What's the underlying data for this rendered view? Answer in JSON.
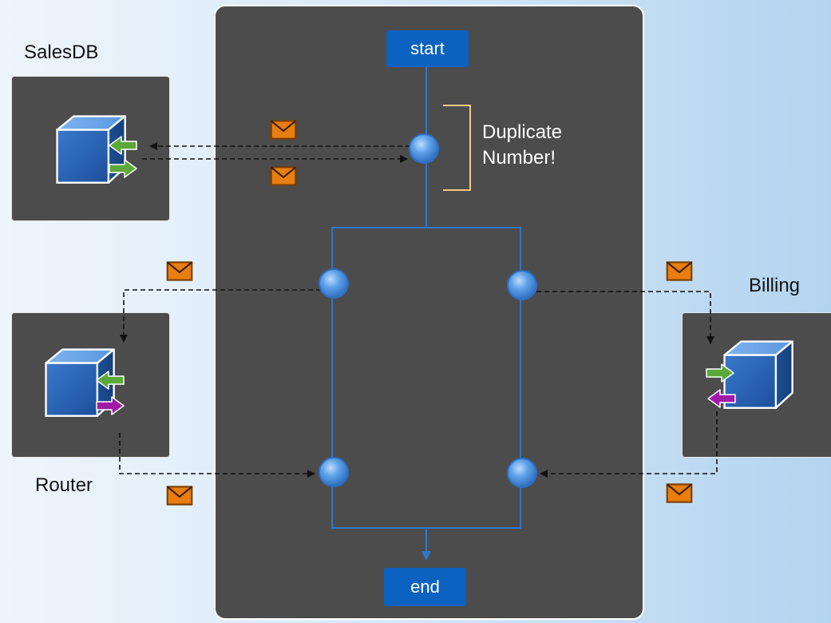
{
  "flow": {
    "start_label": "start",
    "end_label": "end",
    "annotation_line1": "Duplicate",
    "annotation_line2": "Number!"
  },
  "services": {
    "salesdb": "SalesDB",
    "router": "Router",
    "billing": "Billing"
  },
  "colors": {
    "panel": "#4c4c4c",
    "pill": "#0b62c1",
    "flow_line": "#2f77c9",
    "node": "#4f9ae6",
    "envelope": "#e87d10",
    "arrow_green": "#5da83a",
    "arrow_purple": "#a01aa8",
    "bracket": "#f0c98a"
  },
  "icons": [
    "envelope-icon",
    "cube-icon",
    "arrow-icon",
    "node-icon"
  ]
}
